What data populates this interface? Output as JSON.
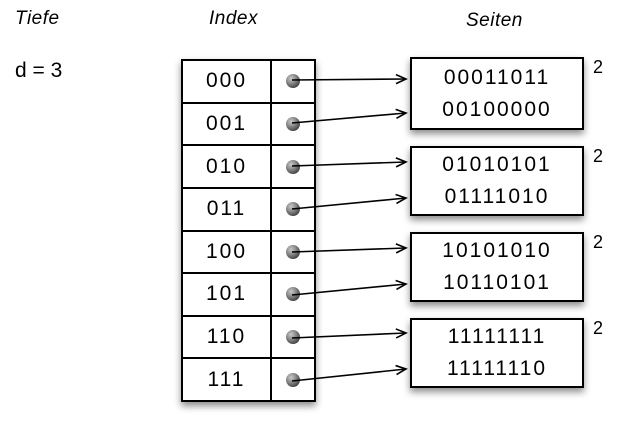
{
  "labels": {
    "depth_title": "Tiefe",
    "depth_value": "d = 3",
    "index_title": "Index",
    "pages_title": "Seiten"
  },
  "index_table": {
    "rows": [
      {
        "label": "000"
      },
      {
        "label": "001"
      },
      {
        "label": "010"
      },
      {
        "label": "011"
      },
      {
        "label": "100"
      },
      {
        "label": "101"
      },
      {
        "label": "110"
      },
      {
        "label": "111"
      }
    ]
  },
  "pages": [
    {
      "entries": [
        "00011011",
        "00100000"
      ],
      "local_depth": "2"
    },
    {
      "entries": [
        "01010101",
        "01111010"
      ],
      "local_depth": "2"
    },
    {
      "entries": [
        "10101010",
        "10110101"
      ],
      "local_depth": "2"
    },
    {
      "entries": [
        "11111111",
        "11111110"
      ],
      "local_depth": "2"
    }
  ],
  "colors": {
    "line": "#000000",
    "background": "#ffffff"
  }
}
